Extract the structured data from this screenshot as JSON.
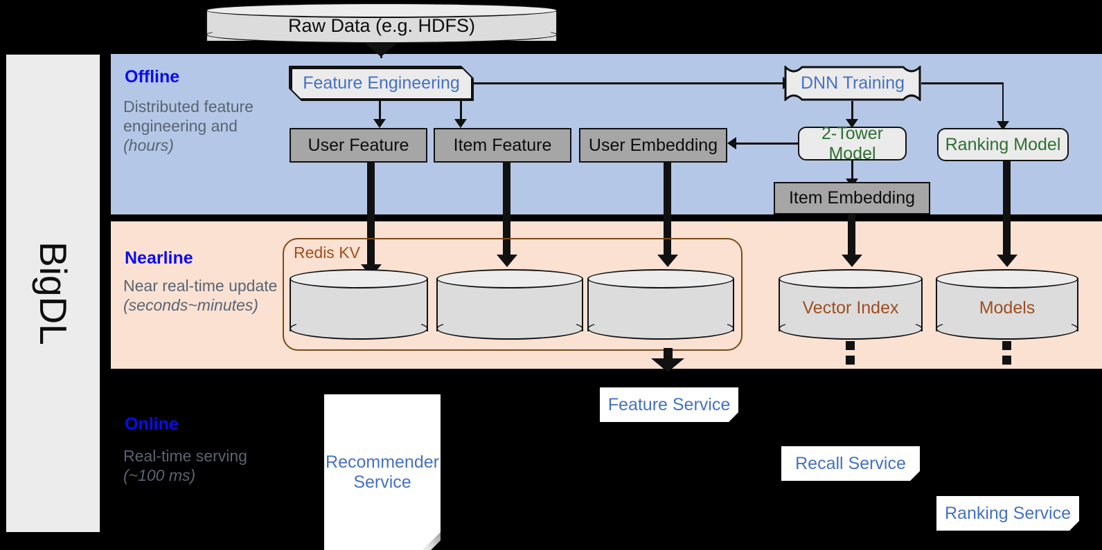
{
  "sidebar": {
    "label": "BigDL"
  },
  "bands": [
    {
      "id": "offline",
      "title": "Offline",
      "subtitle": "Distributed feature engineering and ",
      "subtitle_italic": "(hours)",
      "color": "#b4c7e7"
    },
    {
      "id": "nearline",
      "title": "Nearline",
      "subtitle": "Near real-time update ",
      "subtitle_italic": "(seconds~minutes)",
      "color": "#fae1d2"
    },
    {
      "id": "online",
      "title": "Online",
      "subtitle": "Real-time serving ",
      "subtitle_italic": "(~100 ms)",
      "color": "#000000"
    }
  ],
  "nodes": {
    "raw_data": "Raw Data (e.g. HDFS)",
    "feature_engineering": "Feature Engineering",
    "dnn_training": "DNN Training",
    "user_feature": "User Feature",
    "item_feature": "Item Feature",
    "user_embedding": "User Embedding",
    "two_tower_model": "2-Tower Model",
    "ranking_model": "Ranking Model",
    "item_embedding": "Item Embedding",
    "redis_kv": "Redis KV",
    "vector_index": "Vector Index",
    "models": "Models",
    "feature_service": "Feature Service",
    "recommender_service": "Recommender Service",
    "recall_service": "Recall Service",
    "ranking_service": "Ranking Service"
  },
  "colors": {
    "offline_band": "#b4c7e7",
    "nearline_band": "#fae1d2",
    "online_band": "#000000",
    "blue_text": "#4571c4",
    "band_title": "#0b0bf0",
    "band_subtitle": "#5a6472",
    "green_text": "#2e7031",
    "brown_text": "#9e4f1e",
    "grey_box": "#a6a6a6",
    "light_box": "#ebebeb",
    "cylinder": "#dcdcdc",
    "sidebar": "#ececec",
    "stroke": "#111111"
  }
}
